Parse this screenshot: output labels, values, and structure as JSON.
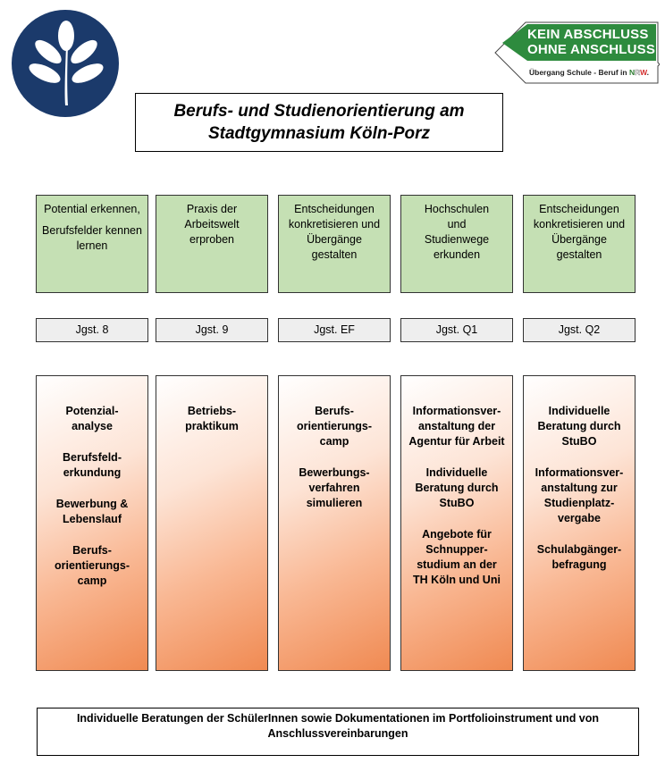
{
  "colors": {
    "logo_circle": "#1b3a6b",
    "badge_green": "#2e8b3e",
    "green_box": "#c5e0b4",
    "grade_box": "#eeeeee",
    "orange_gradient_end": "#f08a52"
  },
  "logo": {
    "icon": "leaf-branch-icon"
  },
  "badge": {
    "line1": "KEIN ABSCHLUSS",
    "line2": "OHNE ANSCHLUSS",
    "subtitle": "Übergang Schule - Beruf in ",
    "nrw_n": "N",
    "nrw_r": "R",
    "nrw_w": "W",
    "nrw_dot": "."
  },
  "title": {
    "line1": "Berufs- und Studienorientierung am",
    "line2": "Stadtgymnasium Köln-Porz"
  },
  "columns": [
    {
      "goal_lines": [
        "Potential erkennen,",
        "Berufsfelder kennen lernen"
      ],
      "grade": "Jgst. 8",
      "items": [
        "Potenzial-analyse",
        "Berufsfeld-erkundung",
        "Bewerbung & Lebenslauf",
        "Berufs-orientierungs-camp"
      ]
    },
    {
      "goal_lines": [
        "Praxis der Arbeitswelt erproben"
      ],
      "grade": "Jgst. 9",
      "items": [
        "Betriebs-praktikum"
      ]
    },
    {
      "goal_lines": [
        "Entscheidungen konkretisieren und Übergänge gestalten"
      ],
      "grade": "Jgst. EF",
      "items": [
        "Berufs-orientierungs-camp",
        "Bewerbungs-verfahren simulieren"
      ]
    },
    {
      "goal_lines": [
        "Hochschulen und Studienwege erkunden"
      ],
      "grade": "Jgst. Q1",
      "items": [
        "Informationsver-anstaltung der Agentur für Arbeit",
        "Individuelle Beratung durch StuBO",
        "Angebote für Schnupper-studium an der TH Köln und Uni"
      ]
    },
    {
      "goal_lines": [
        "Entscheidungen konkretisieren und Übergänge gestalten"
      ],
      "grade": "Jgst. Q2",
      "items": [
        "Individuelle Beratung durch StuBO",
        "Informationsver-anstaltung zur Studienplatz-vergabe",
        "Schulabgänger-befragung"
      ]
    }
  ],
  "footer": "Individuelle Beratungen der SchülerInnen sowie Dokumentationen im Portfolioinstrument und von Anschlussvereinbarungen"
}
